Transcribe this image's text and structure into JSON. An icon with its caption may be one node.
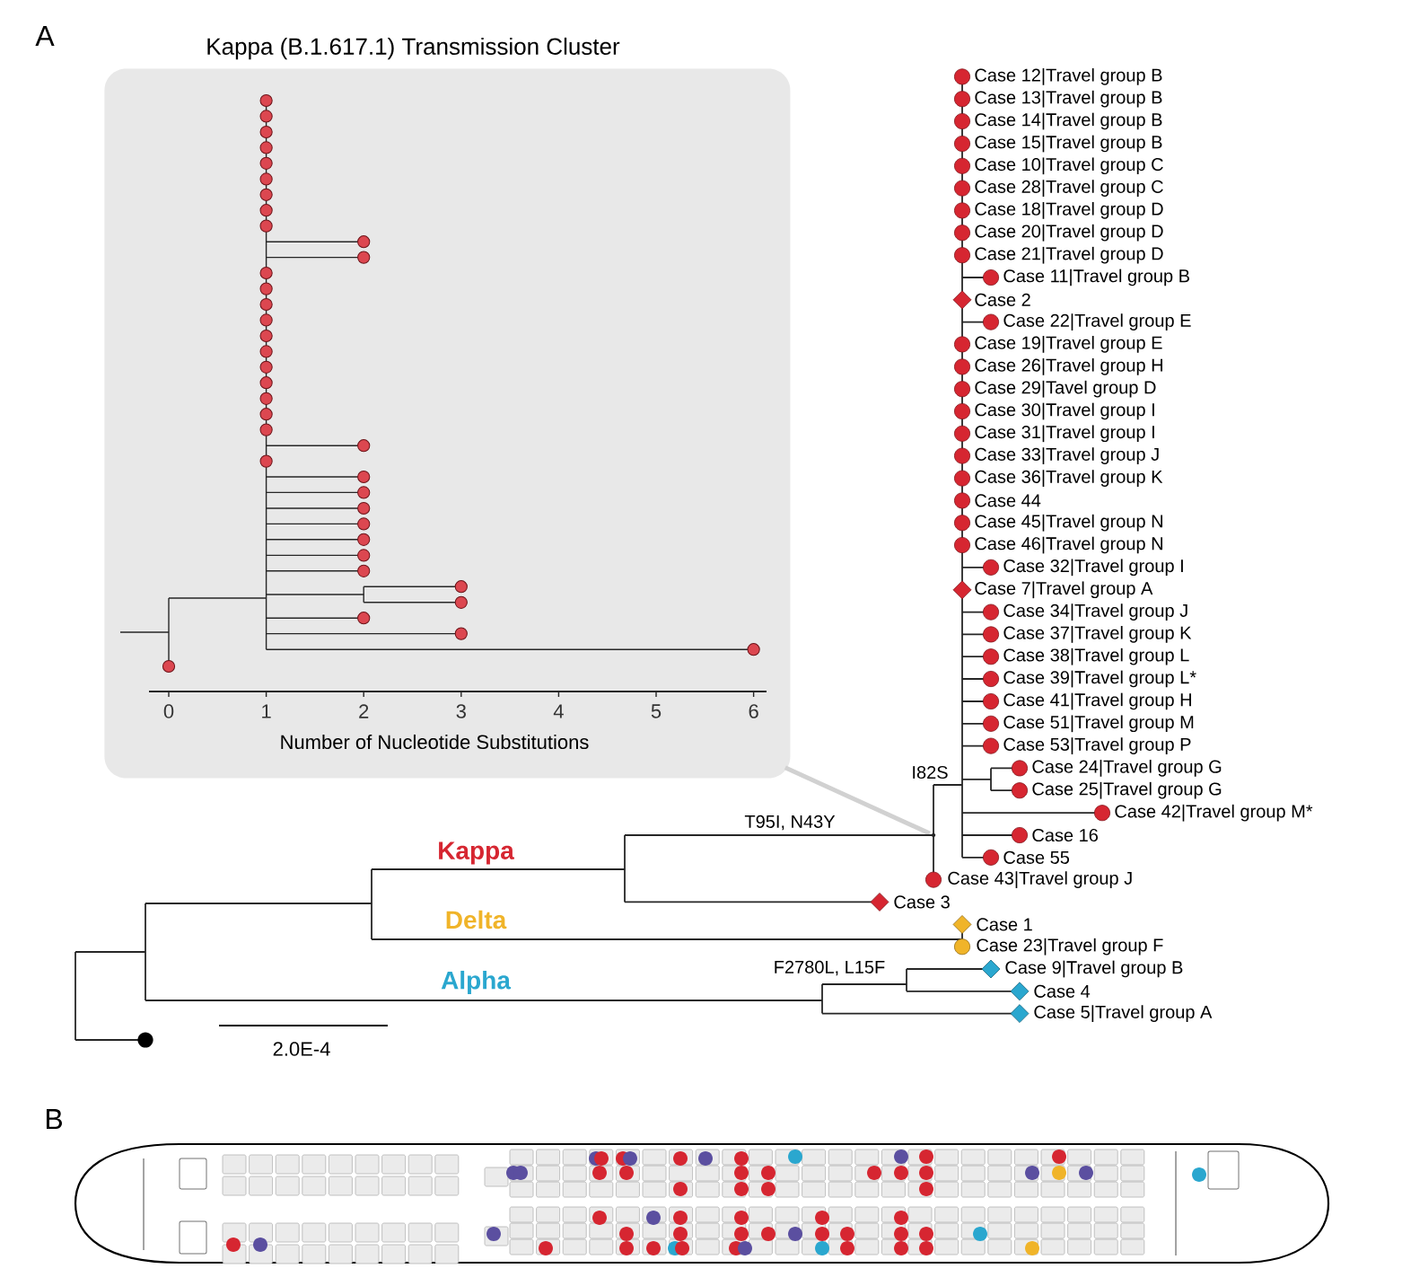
{
  "diagram": {
    "nodes": [
      {
        "text": [
          "Kappa (B.1.617.1) Transmission Cluster"
        ]
      },
      {
        "text": [],
        "shape": "point"
      }
    ],
    "edges": [
      {
        "from": 0,
        "to": 1,
        "arrow": "none"
      }
    ],
    "labels": [
      "A",
      "0",
      "1",
      "2",
      "3",
      "4",
      "5",
      "6",
      "Number of Nucleotide Substitutions",
      "Case 12|Travel group B",
      "Case 13|Travel group B",
      "Case 14|Travel group B",
      "Case 15|Travel group B",
      "Case 10|Travel group C",
      "Case 28|Travel group C",
      "Case 18|Travel group D",
      "Case 20|Travel group D",
      "Case 21|Travel group D",
      "Case 11|Travel group B",
      "Case 2",
      "Case 22|Travel group E",
      "Case 19|Travel group E",
      "Case 26|Travel group H",
      "Case 29|Tavel group D",
      "Case 30|Travel group I",
      "Case 31|Travel group I",
      "Case 33|Travel group J",
      "Case 36|Travel group K",
      "Case 44",
      "Case 45|Travel group N",
      "Case 46|Travel group N",
      "Case 32|Travel group I",
      "Case 7|Travel group A",
      "Case 34|Travel group J",
      "Case 37|Travel group K",
      "Case 38|Travel group L",
      "Case 39|Travel group L*",
      "Case 41|Travel group H",
      "Case 51|Travel group M",
      "Case 53|Travel group P",
      "Case 24|Travel group G",
      "Case 25|Travel group G",
      "Case 42|Travel group M*",
      "Case 16",
      "Case 55",
      "I82S",
      "T95I, N43Y",
      "Case 43|Travel group J",
      "Kappa",
      "Case 3",
      "Delta",
      "Case 1",
      "Case 23|Travel group F",
      "Alpha",
      "F2780L, L15F",
      "Case 9|Travel group B",
      "Case 4",
      "Case 5|Travel group A",
      "2.0E-4",
      "B"
    ]
  }
}
